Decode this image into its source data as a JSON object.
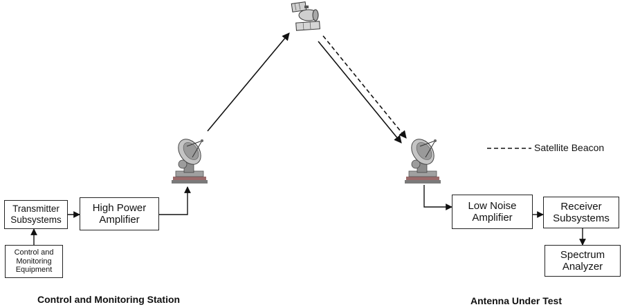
{
  "blocks": {
    "transmitter": "Transmitter\nSubsystems",
    "hpa": "High Power\nAmplifier",
    "control": "Control and\nMonitoring\nEquipment",
    "lna": "Low Noise\nAmplifier",
    "receiver": "Receiver\nSubsystems",
    "spectrum": "Spectrum\nAnalyzer"
  },
  "captions": {
    "left": "Control and Monitoring Station",
    "right": "Antenna Under Test"
  },
  "legend": {
    "beacon": "Satellite Beacon"
  },
  "icons": [
    "satellite-icon",
    "dish-antenna-icon"
  ],
  "colors": {
    "line": "#111111",
    "antenna_base": "#8a8a8a",
    "antenna_dish": "#b8b8b8"
  }
}
